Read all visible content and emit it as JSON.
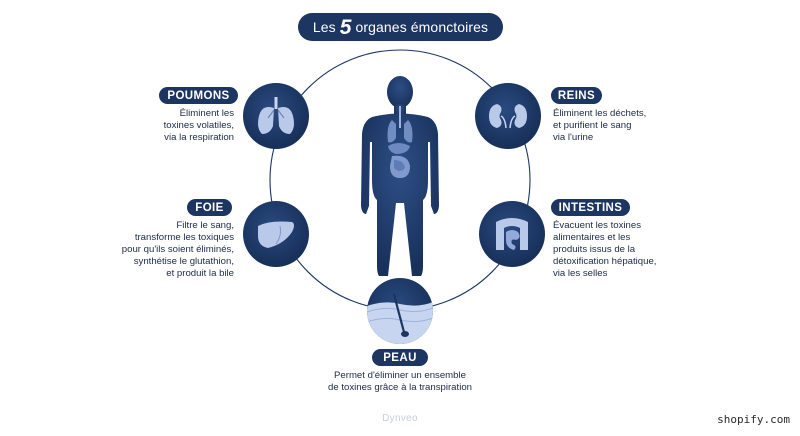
{
  "title": {
    "prefix": "Les",
    "number": "5",
    "suffix": "organes émonctoires"
  },
  "organs": {
    "poumons": {
      "label": "POUMONS",
      "icon": "lungs-icon",
      "lines": [
        "Éliminent les",
        "toxines volatiles,",
        "via la respiration"
      ]
    },
    "reins": {
      "label": "REINS",
      "icon": "kidneys-icon",
      "lines": [
        "Éliminent les déchets,",
        "et purifient le sang",
        "via l'urine"
      ]
    },
    "foie": {
      "label": "FOIE",
      "icon": "liver-icon",
      "lines": [
        "Filtre le sang,",
        "transforme les toxiques",
        "pour qu'ils soient éliminés,",
        "synthétise le glutathion,",
        "et produit la bile"
      ]
    },
    "intestins": {
      "label": "INTESTINS",
      "icon": "intestines-icon",
      "lines": [
        "Évacuent les toxines",
        "alimentaires et les",
        "produits issus de la",
        "détoxification hépatique,",
        "via les selles"
      ]
    },
    "peau": {
      "label": "PEAU",
      "icon": "skin-icon",
      "lines": [
        "Permet d'éliminer un ensemble",
        "de toxines grâce à la transpiration"
      ]
    }
  },
  "brand": "Dynveo",
  "watermark": "shopify.com",
  "colors": {
    "navy": "#1c3561",
    "icon_light": "#b9c9ea",
    "ring": "#1c3561",
    "text": "#1c2a44"
  }
}
